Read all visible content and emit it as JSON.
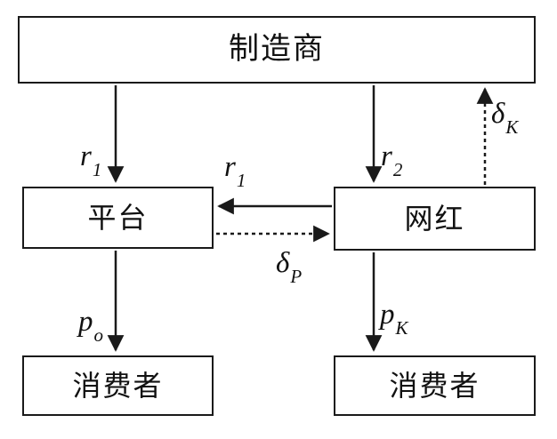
{
  "nodes": {
    "manufacturer": "制造商",
    "platform": "平台",
    "influencer": "网红",
    "consumer_left": "消费者",
    "consumer_right": "消费者"
  },
  "labels": {
    "r1_vertical": {
      "base": "r",
      "sub": "1"
    },
    "r2_vertical": {
      "base": "r",
      "sub": "2"
    },
    "r1_horizontal": {
      "base": "r",
      "sub": "1"
    },
    "delta_P": {
      "base": "δ",
      "sub": "P"
    },
    "delta_K": {
      "base": "δ",
      "sub": "K"
    },
    "p_o": {
      "base": "p",
      "sub": "o"
    },
    "p_K": {
      "base": "p",
      "sub": "K"
    }
  },
  "colors": {
    "line": "#1a1a1a",
    "border": "#1a1a1a",
    "text": "#111111",
    "background": "#ffffff"
  }
}
